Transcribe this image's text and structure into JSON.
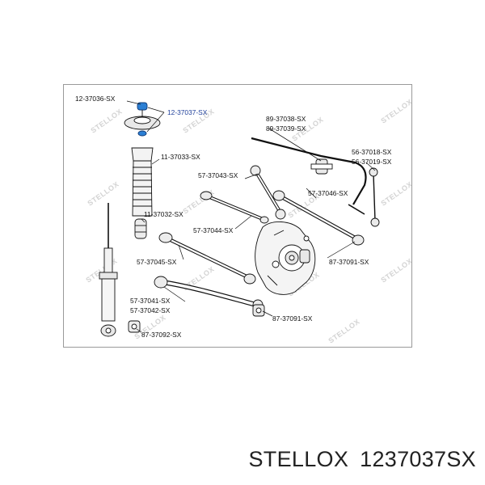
{
  "watermark": "STELLOX",
  "callouts": [
    {
      "id": "c1",
      "text": "12-37036-SX",
      "highlight": false
    },
    {
      "id": "c2",
      "text": "12-37037-SX",
      "highlight": true
    },
    {
      "id": "c3",
      "text": "11-37033-SX",
      "highlight": false
    },
    {
      "id": "c4",
      "text": "11-37032-SX",
      "highlight": false
    },
    {
      "id": "c5",
      "text": "89-37038-SX",
      "highlight": false
    },
    {
      "id": "c6",
      "text": "89-37039-SX",
      "highlight": false
    },
    {
      "id": "c7",
      "text": "56-37018-SX",
      "highlight": false
    },
    {
      "id": "c8",
      "text": "56-37019-SX",
      "highlight": false
    },
    {
      "id": "c9",
      "text": "57-37043-SX",
      "highlight": false
    },
    {
      "id": "c10",
      "text": "57-37046-SX",
      "highlight": false
    },
    {
      "id": "c11",
      "text": "57-37044-SX",
      "highlight": false
    },
    {
      "id": "c12",
      "text": "57-37045-SX",
      "highlight": false
    },
    {
      "id": "c13",
      "text": "87-37091-SX",
      "highlight": false
    },
    {
      "id": "c14",
      "text": "57-37041-SX",
      "highlight": false
    },
    {
      "id": "c15",
      "text": "57-37042-SX",
      "highlight": false
    },
    {
      "id": "c16",
      "text": "87-37091-SX",
      "highlight": false
    },
    {
      "id": "c17",
      "text": "87-37092-SX",
      "highlight": false
    }
  ],
  "footer": {
    "brand": "STELLOX",
    "part_number": "1237037SX"
  },
  "colors": {
    "line": "#111111",
    "highlight_label": "#1f3f9a",
    "highlight_part": "#2b7fd4",
    "frame_border": "#9a9a9a",
    "watermark": "#d3d3d3"
  }
}
